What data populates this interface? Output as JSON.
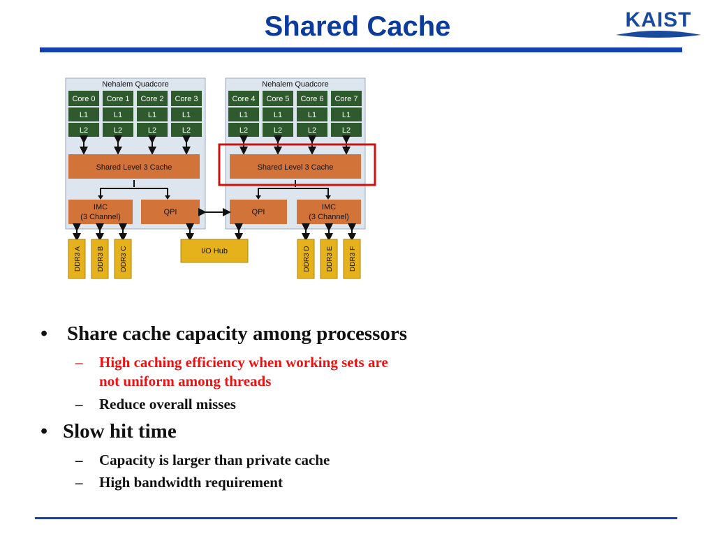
{
  "slide": {
    "title": "Shared Cache",
    "logo_text": "KAIST"
  },
  "diagram": {
    "left_chip": {
      "label": "Nehalem Quadcore",
      "cores": [
        "Core 0",
        "Core 1",
        "Core 2",
        "Core 3"
      ],
      "l3": "Shared Level 3 Cache",
      "imc": [
        "IMC",
        "(3 Channel)"
      ],
      "qpi": "QPI",
      "dimms": [
        "DDR3 A",
        "DDR3 B",
        "DDR3 C"
      ]
    },
    "right_chip": {
      "label": "Nehalem Quadcore",
      "cores": [
        "Core 4",
        "Core 5",
        "Core 6",
        "Core 7"
      ],
      "l3": "Shared Level 3 Cache",
      "imc": [
        "IMC",
        "(3 Channel)"
      ],
      "qpi": "QPI",
      "dimms": [
        "DDR3 D",
        "DDR3 E",
        "DDR3 F"
      ]
    },
    "l1": "L1",
    "l2": "L2",
    "io_hub": "I/O Hub",
    "colors": {
      "chip_bg": "#dde6ef",
      "core_green": "#2e5a2e",
      "orange": "#d2733a",
      "yellow": "#e5b21c",
      "highlight": "#cc1111"
    }
  },
  "bullets": [
    {
      "text": "Share cache capacity among processors",
      "subs": [
        {
          "text_lines": [
            "High caching efficiency when working sets are",
            "not uniform among threads"
          ],
          "color": "red"
        },
        {
          "text_lines": [
            "Reduce overall misses"
          ],
          "color": "black"
        }
      ]
    },
    {
      "text": "Slow hit time",
      "subs": [
        {
          "text_lines": [
            "Capacity is larger than private cache"
          ],
          "color": "black"
        },
        {
          "text_lines": [
            "High bandwidth requirement"
          ],
          "color": "black"
        }
      ]
    }
  ]
}
